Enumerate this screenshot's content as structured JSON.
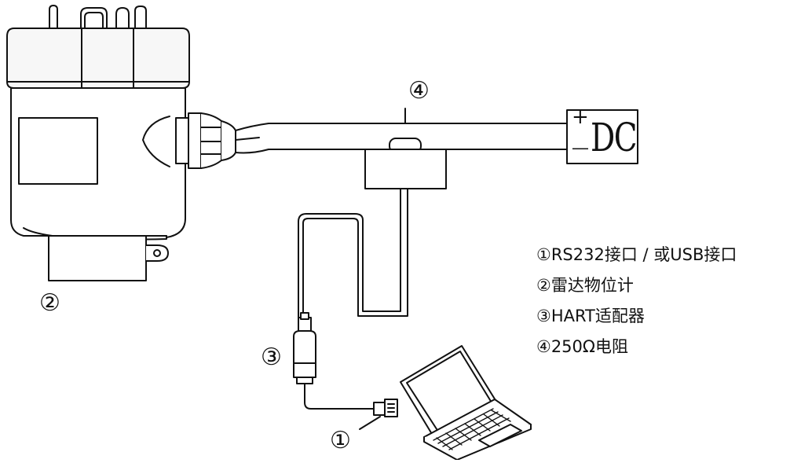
{
  "callouts": {
    "c1": "①",
    "c2": "②",
    "c3": "③",
    "c4": "④"
  },
  "power": {
    "plus": "+",
    "minus": "—",
    "label": "DC"
  },
  "legend": [
    "①RS232接口 / 或USB接口",
    "②雷达物位计",
    "③HART适配器",
    "④250Ω电阻"
  ],
  "colors": {
    "line": "#111111",
    "cover": "#f7f7f7"
  }
}
